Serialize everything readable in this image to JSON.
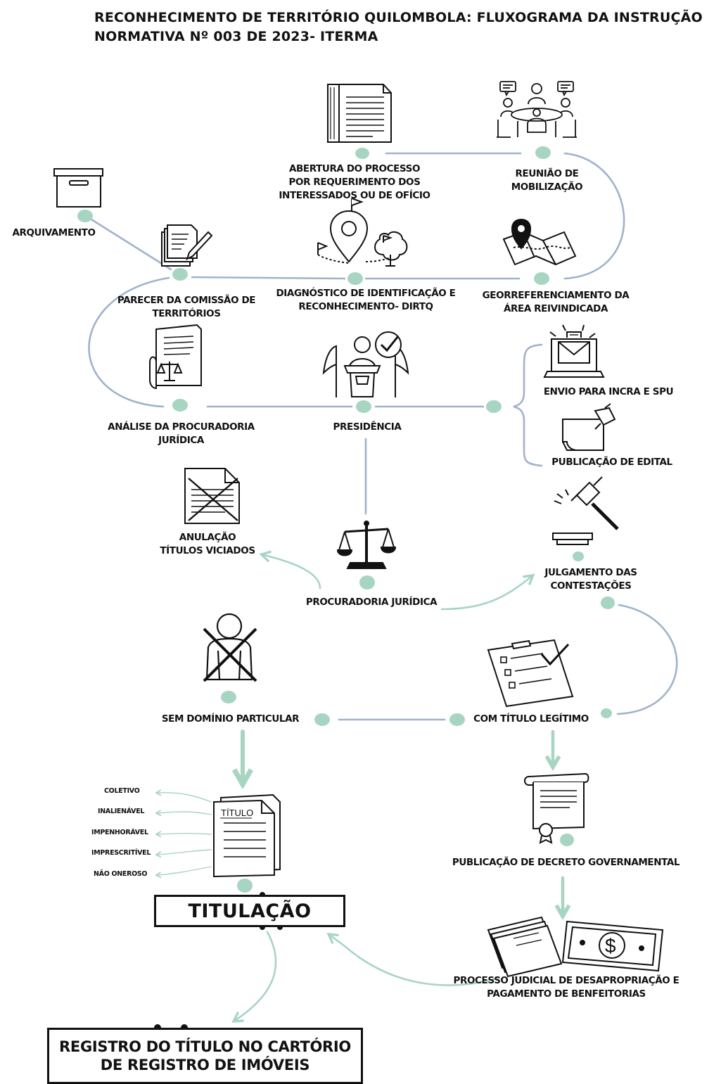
{
  "title": "RECONHECIMENTO DE TERRITÓRIO QUILOMBOLA:  FLUXOGRAMA DA INSTRUÇÃO NORMATIVA Nº 003 DE 2023- ITERMA",
  "colors": {
    "node": "#a8d5c1",
    "line_blue": "#9fb3cd",
    "line_green": "#a8d5c1",
    "ink": "#111111"
  },
  "steps": {
    "abertura": "ABERTURA DO PROCESSO\nPOR REQUERIMENTO DOS\nINTERESSADOS OU DE OFÍCIO",
    "reuniao": "REUNIÃO DE\nMOBILIZAÇÃO",
    "arquivamento": "ARQUIVAMENTO",
    "parecer": "PARECER DA COMISSÃO DE\nTERRITÓRIOS",
    "diagnostico": "DIAGNÓSTICO DE IDENTIFICAÇÃO E\nRECONHECIMENTO- DIRTQ",
    "georreferenciamento": "GEORREFERENCIAMENTO DA\nÁREA REIVINDICADA",
    "analise": "ANÁLISE DA PROCURADORIA\nJURÍDICA",
    "presidencia": "PRESIDÊNCIA",
    "envio": "ENVIO PARA INCRA E SPU",
    "publicacao_edital": "PUBLICAÇÃO DE EDITAL",
    "anulacao": "ANULAÇÃO\nTÍTULOS VICIADOS",
    "julgamento": "JULGAMENTO DAS\nCONTESTAÇÕES",
    "procuradoria": "PROCURADORIA JURÍDICA",
    "sem_dominio": "SEM DOMÍNIO PARTICULAR",
    "com_titulo": "COM TÍTULO LEGÍTIMO",
    "decreto": "PUBLICAÇÃO DE DECRETO GOVERNAMENTAL",
    "processo_judicial": "PROCESSO JUDICIAL DE DESAPROPRIAÇÃO E\nPAGAMENTO DE BENFEITORIAS"
  },
  "title_attributes": [
    "COLETIVO",
    "INALIENÁVEL",
    "IMPENHORÁVEL",
    "IMPRESCRITÍVEL",
    "NÃO ONEROSO"
  ],
  "icon_text": {
    "titulo_doc": "TÍTULO",
    "money_symbol": "$"
  },
  "boxes": {
    "titulacao": "TITULAÇÃO",
    "registro": "REGISTRO DO TÍTULO NO CARTÓRIO\nDE REGISTRO DE IMÓVEIS"
  },
  "icons": [
    "document-icon",
    "meeting-icon",
    "archive-box-icon",
    "papers-pen-icon",
    "map-pin-tree-icon",
    "map-icon",
    "legal-document-icon",
    "podium-icon",
    "laptop-mail-icon",
    "notice-board-icon",
    "cancelled-document-icon",
    "gavel-icon",
    "scales-icon",
    "crossed-person-icon",
    "checklist-icon",
    "scroll-decree-icon",
    "title-document-icon",
    "money-icon"
  ]
}
